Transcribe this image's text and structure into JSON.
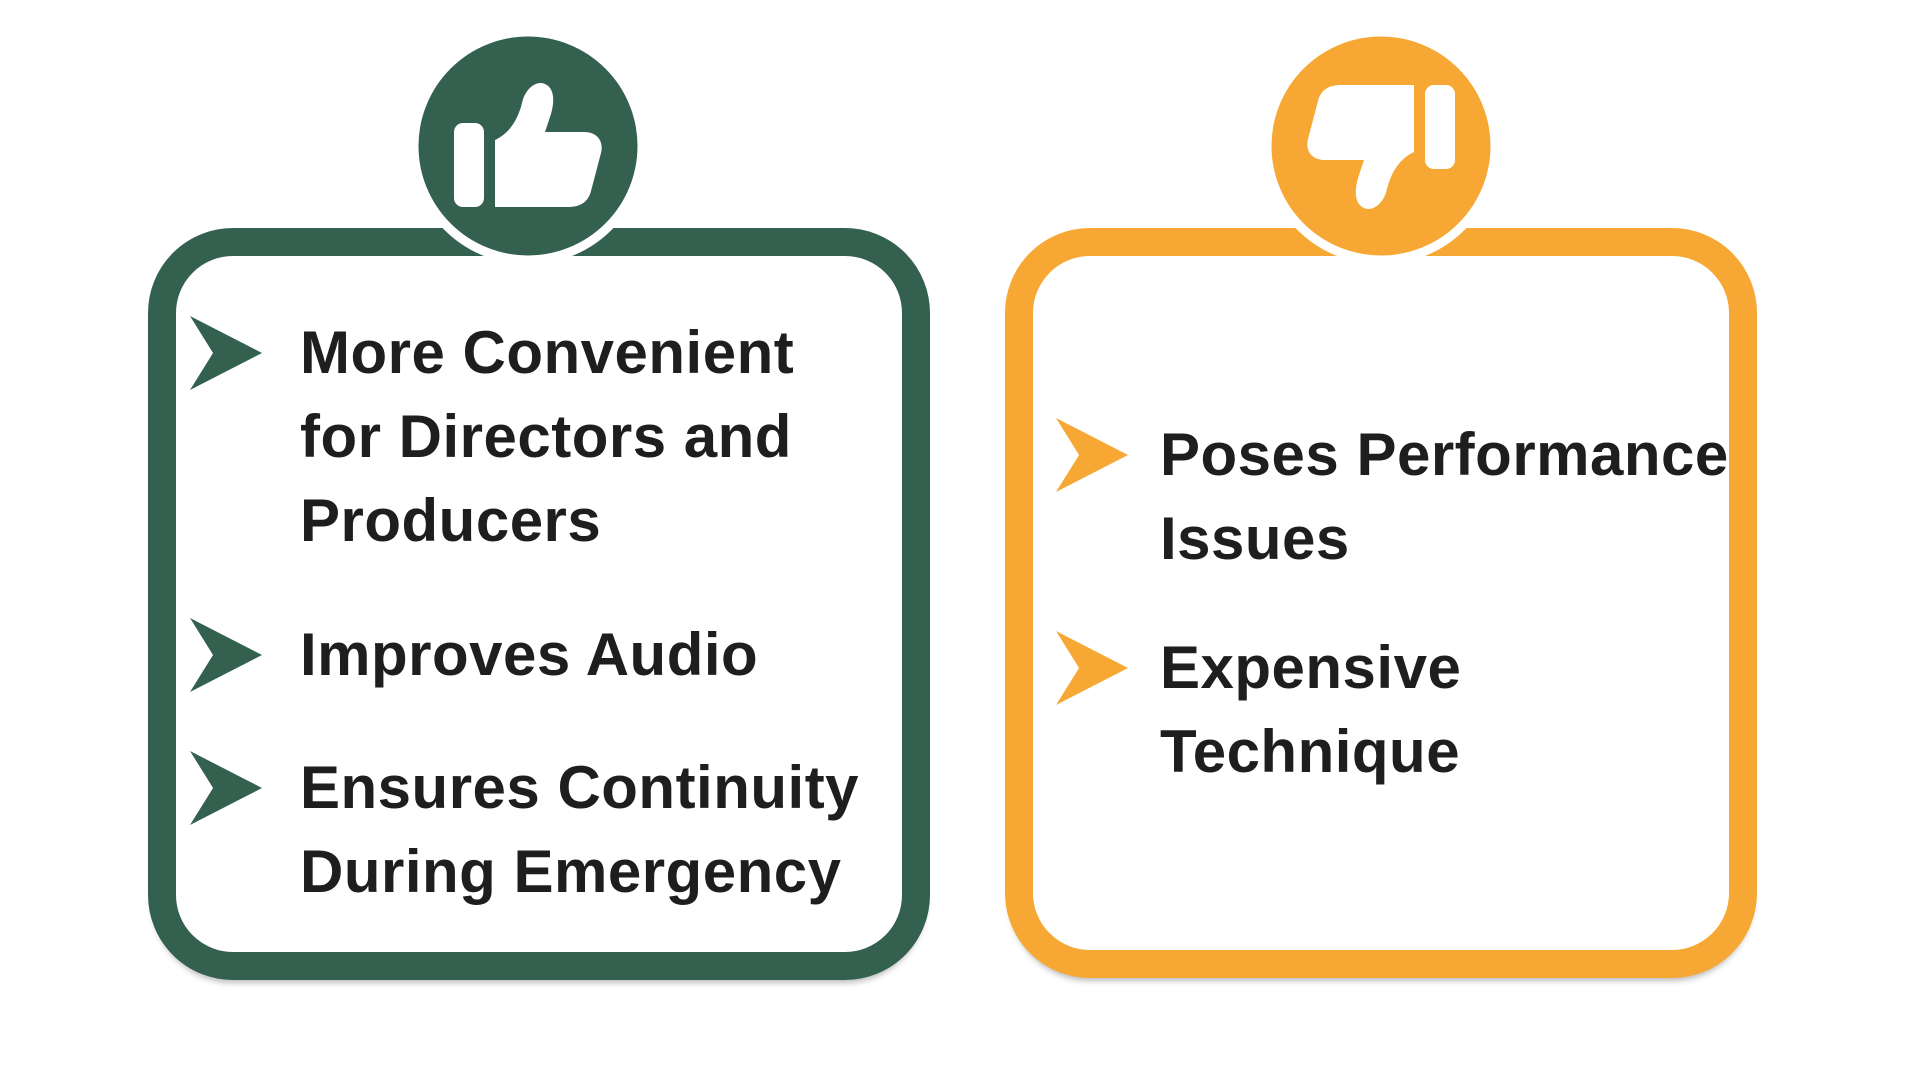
{
  "colors": {
    "green": "#34604F",
    "orange": "#F7A733",
    "text": "#1E1E1E",
    "white": "#FFFFFF"
  },
  "pros_card": {
    "icon": "thumbs-up",
    "items": [
      {
        "lines": [
          "More Convenient",
          "for Directors and",
          "Producers"
        ]
      },
      {
        "lines": [
          "Improves Audio"
        ]
      },
      {
        "lines": [
          "Ensures Continuity",
          "During Emergency"
        ]
      }
    ]
  },
  "cons_card": {
    "icon": "thumbs-down",
    "items": [
      {
        "lines": [
          "Poses Performance",
          "Issues"
        ]
      },
      {
        "lines": [
          "Expensive",
          "Technique"
        ]
      }
    ]
  }
}
